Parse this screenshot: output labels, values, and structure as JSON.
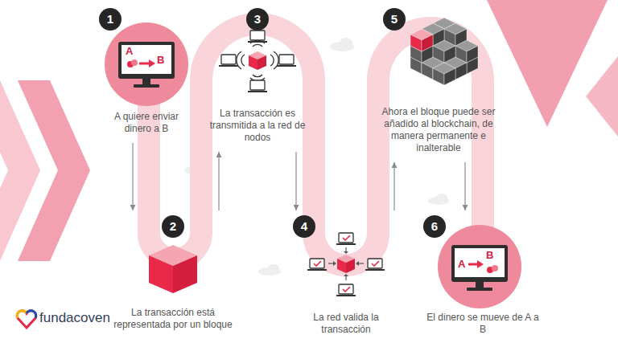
{
  "diagram": {
    "nodes": [
      {
        "text": [
          "1",
          "A quiere enviar dinero a B"
        ]
      },
      {
        "text": [
          "2",
          "La transacción está representada por un bloque"
        ]
      },
      {
        "text": [
          "3",
          "La transacción es transmitida a la red de nodos"
        ]
      },
      {
        "text": [
          "4",
          "La red valida la transacción"
        ]
      },
      {
        "text": [
          "5",
          "Ahora el bloque puede ser añadido al blockchain, de manera permanente e inalterable"
        ]
      },
      {
        "text": [
          "6",
          "El dinero se mueve de A a B"
        ]
      }
    ],
    "edges": [
      {
        "from": 0,
        "to": 1,
        "arrow": "to"
      },
      {
        "from": 1,
        "to": 2,
        "arrow": "to"
      },
      {
        "from": 2,
        "to": 3,
        "arrow": "to"
      },
      {
        "from": 3,
        "to": 4,
        "arrow": "to"
      },
      {
        "from": 4,
        "to": 5,
        "arrow": "to"
      }
    ],
    "labels": [
      "A",
      "B",
      "A",
      "B",
      "fundacoven"
    ]
  }
}
